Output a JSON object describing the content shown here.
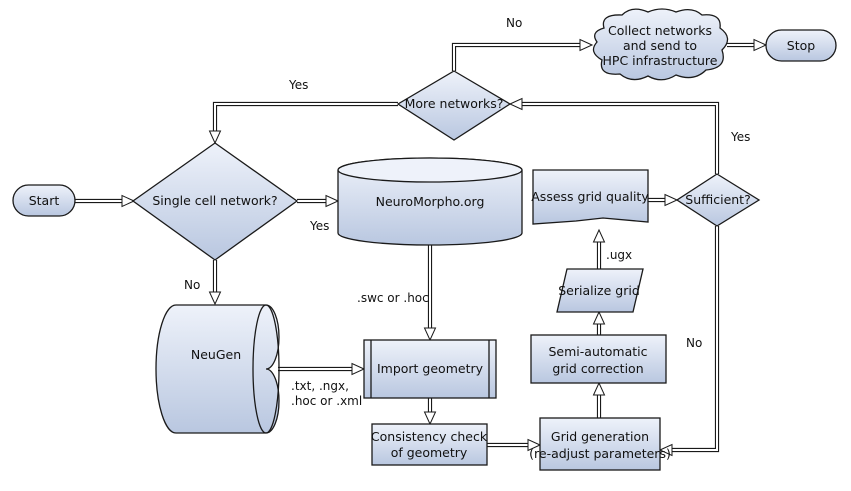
{
  "nodes": {
    "start": "Start",
    "single_cell": "Single cell network?",
    "neuromorpho": "NeuroMorpho.org",
    "neugen": "NeuGen",
    "import_geometry": "Import geometry",
    "consistency_check": [
      "Consistency check",
      "of geometry"
    ],
    "grid_generation": [
      "Grid generation",
      "(re-adjust parameters)"
    ],
    "semi_auto": [
      "Semi-automatic",
      "grid correction"
    ],
    "serialize": "Serialize grid",
    "assess": "Assess grid quality",
    "sufficient": "Sufficient?",
    "more_networks": "More networks?",
    "collect": [
      "Collect networks",
      "and send to",
      "HPC infrastructure"
    ],
    "stop": "Stop"
  },
  "edge_labels": {
    "more_no": "No",
    "more_yes": "Yes",
    "single_yes": "Yes",
    "single_no": "No",
    "swc_hoc": ".swc or .hoc",
    "neugen_formats": [
      ".txt, .ngx,",
      ".hoc or .xml"
    ],
    "ugx": ".ugx",
    "sufficient_yes": "Yes",
    "sufficient_no": "No"
  }
}
